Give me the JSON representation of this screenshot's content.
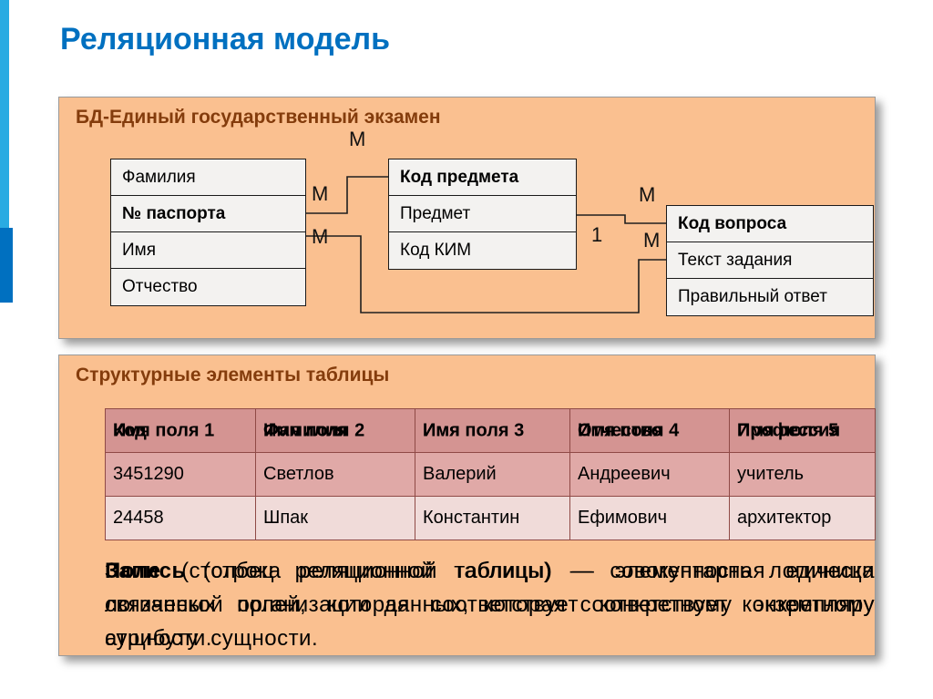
{
  "title": "Реляционная модель",
  "colors": {
    "accent_blue_light": "#29ABE2",
    "accent_blue_dark": "#0070C0",
    "title_blue": "#0070C0",
    "panel_fill": "#FAC090",
    "panel_heading_maroon": "#843C0C",
    "table_header_rose": "#D49492",
    "table_row_odd": "#E0A9A7",
    "table_row_even": "#F0DBD9"
  },
  "er_panel": {
    "title": "БД-Единый государственный экзамен",
    "tables": [
      {
        "name": "exam-participant",
        "rows": [
          "Фамилия",
          "№ паспорта",
          "Имя",
          "Отчество"
        ]
      },
      {
        "name": "subject",
        "rows": [
          "Код предмета",
          "Предмет",
          "Код КИМ"
        ]
      },
      {
        "name": "question",
        "rows": [
          "Код вопроса",
          "Текст задания",
          "Правильный ответ"
        ]
      }
    ],
    "relation_labels": [
      "М",
      "М",
      "М",
      "1",
      "М",
      "М"
    ]
  },
  "structure_panel": {
    "title": "Структурные элементы таблицы",
    "table": {
      "header_overlay_a": [
        "Код",
        "Фамилия",
        "Имя",
        "Отчество",
        "Профессия"
      ],
      "header_overlay_b": [
        "Имя поля 1",
        "Имя поля 2",
        "Имя поля 3",
        "Имя поля 4",
        "Имя поля 5"
      ],
      "rows": [
        [
          "3451290",
          "Светлов",
          "Валерий",
          "Андреевич",
          "учитель"
        ],
        [
          "24458",
          "Шпак",
          "Константин",
          "Ефимович",
          "архитектор"
        ]
      ]
    },
    "definitions_overlay": [
      {
        "term": "Запись",
        "text": " (строка реляционной таблицы) — совокупность логически связанных полей, которая соответствует конкретному экземпляру сущности."
      },
      {
        "term": "Поле",
        "text": " (столбец реляционной таблицы) — элементарная единица логической организации данных, которая соответствует конкретному атрибуту сущности."
      }
    ]
  }
}
